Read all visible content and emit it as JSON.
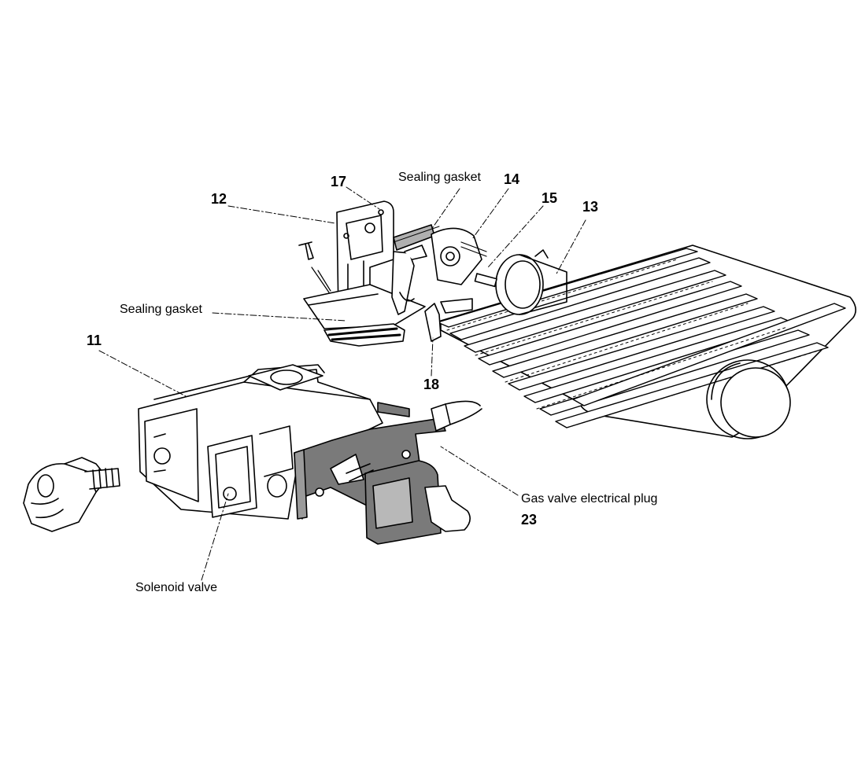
{
  "labels": {
    "part_11": "11",
    "part_12": "12",
    "part_13": "13",
    "part_14": "14",
    "part_15": "15",
    "part_17": "17",
    "part_18": "18",
    "part_23": "23",
    "sealing_gasket_top": "Sealing gasket",
    "sealing_gasket_left": "Sealing gasket",
    "gas_valve_plug": "Gas valve  electrical plug",
    "solenoid_valve": "Solenoid  valve"
  },
  "colors": {
    "line": "#000000",
    "shade_dark": "#7a7a7a",
    "shade_light": "#b0b0b0",
    "background": "#ffffff"
  }
}
